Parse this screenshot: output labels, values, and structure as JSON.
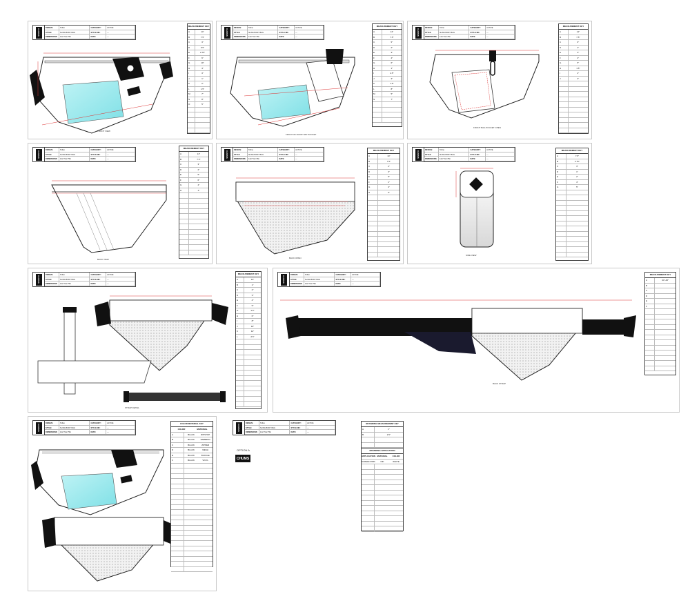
{
  "brand": {
    "logo_text": "CHUMS"
  },
  "title_block": {
    "design_label": "DESIGN:",
    "style_label": "STYLE:",
    "dimensions_label": "DIMENSIONS:",
    "category_label": "CATEGORY:",
    "style_number_label": "STYLE NO:",
    "date_label": "DATE:",
    "design_value": "Tofino",
    "style_value": "SLING BODY BAG",
    "dimensions_value": "14x7.5x2.75in",
    "category_value": "ACTIVE",
    "style_number_value": "---",
    "date_value": "---"
  },
  "sheets": [
    {
      "caption": "FRONT VIEW",
      "table_header": "MEASUREMENT KEY",
      "rows": [
        [
          "A",
          "14\""
        ],
        [
          "B",
          "7.5\""
        ],
        [
          "C",
          "3\""
        ],
        [
          "D",
          "5.5\""
        ],
        [
          "E",
          "2.75\""
        ],
        [
          "F",
          "6\""
        ],
        [
          "G",
          "10\""
        ],
        [
          "H",
          "4\""
        ],
        [
          "I",
          "3\""
        ],
        [
          "J",
          "1\""
        ],
        [
          "K",
          "2\""
        ],
        [
          "L",
          "1.5\""
        ],
        [
          "M",
          "7\""
        ],
        [
          "N",
          "8\""
        ],
        [
          "O",
          "5\""
        ]
      ]
    },
    {
      "caption": "FRONT W/ FRONT ZIP POCKET",
      "table_header": "MEASUREMENT KEY",
      "rows": [
        [
          "A",
          "14\""
        ],
        [
          "B",
          "7.5\""
        ],
        [
          "C",
          "5\""
        ],
        [
          "D",
          "2\""
        ],
        [
          "E",
          "3\""
        ],
        [
          "F",
          "4\""
        ],
        [
          "G",
          "6\""
        ],
        [
          "H",
          "1\""
        ],
        [
          "I",
          "2.5\""
        ],
        [
          "J",
          "3\""
        ],
        [
          "K",
          "1.5\""
        ],
        [
          "L",
          "8\""
        ],
        [
          "M",
          "5\""
        ],
        [
          "N",
          "7\""
        ]
      ]
    },
    {
      "caption": "FRONT BAG POCKET OPEN",
      "table_header": "MEASUREMENT KEY",
      "rows": [
        [
          "A",
          "14\""
        ],
        [
          "B",
          "7.5\""
        ],
        [
          "C",
          "6\""
        ],
        [
          "D",
          "4\""
        ],
        [
          "E",
          "3\""
        ],
        [
          "F",
          "2\""
        ],
        [
          "G",
          "5\""
        ],
        [
          "H",
          "1.5\""
        ],
        [
          "I",
          "2\""
        ],
        [
          "J",
          "3\""
        ]
      ]
    },
    {
      "caption": "BACK VIEW",
      "table_header": "MEASUREMENT KEY",
      "rows": [
        [
          "A",
          "14\""
        ],
        [
          "B",
          "7.5\""
        ],
        [
          "C",
          "3\""
        ],
        [
          "D",
          "2\""
        ],
        [
          "E",
          "5\""
        ],
        [
          "F",
          "6\""
        ],
        [
          "G",
          "4\""
        ],
        [
          "H",
          "1\""
        ]
      ]
    },
    {
      "caption": "BACK OPEN",
      "table_header": "MEASUREMENT KEY",
      "rows": [
        [
          "A",
          "14\""
        ],
        [
          "B",
          "7.5\""
        ],
        [
          "C",
          "2\""
        ],
        [
          "D",
          "3\""
        ],
        [
          "E",
          "5\""
        ],
        [
          "F",
          "1\""
        ],
        [
          "G",
          "4\""
        ],
        [
          "H",
          "6\""
        ]
      ]
    },
    {
      "caption": "SIDE VIEW",
      "table_header": "MEASUREMENT KEY",
      "rows": [
        [
          "A",
          "7.5\""
        ],
        [
          "B",
          "2.75\""
        ],
        [
          "C",
          "3\""
        ],
        [
          "D",
          "1\""
        ],
        [
          "E",
          "2\""
        ],
        [
          "F",
          "4\""
        ],
        [
          "G",
          "5\""
        ]
      ]
    },
    {
      "caption": "STRAP DETAIL",
      "table_header": "MEASUREMENT KEY",
      "rows": [
        [
          "A",
          "14\""
        ],
        [
          "B",
          "1\""
        ],
        [
          "C",
          "2\""
        ],
        [
          "D",
          "3\""
        ],
        [
          "E",
          "4\""
        ],
        [
          "F",
          "5\""
        ],
        [
          "G",
          "1.5\""
        ],
        [
          "H",
          "6\""
        ],
        [
          "I",
          "8\""
        ],
        [
          "J",
          "10\""
        ],
        [
          "K",
          "12\""
        ],
        [
          "L",
          "2.5\""
        ]
      ]
    },
    {
      "caption": "BACK STRAP",
      "table_header": "MEASUREMENT KEY",
      "rows": [
        [
          "A",
          "34\"-46\""
        ],
        [
          "B",
          ""
        ],
        [
          "C",
          ""
        ],
        [
          "D",
          ""
        ],
        [
          "E",
          ""
        ],
        [
          "F",
          ""
        ]
      ]
    },
    {
      "caption": "",
      "table_header": "COLOR MATERIAL KEY",
      "color_header": [
        "COLOR",
        "MATERIAL"
      ],
      "rows": [
        [
          "A",
          "BLACK"
        ],
        [
          "B",
          "BLACK"
        ],
        [
          "C",
          "BLACK"
        ],
        [
          "D",
          "BLACK"
        ],
        [
          "E",
          "BLACK"
        ],
        [
          "F",
          "BLACK"
        ]
      ],
      "materials": [
        "RIPSTOP",
        "WEBBING",
        "ZIPPER",
        "MESH",
        "BUCKLE",
        "VINYL"
      ]
    },
    {
      "caption": "",
      "option_label": "OPTION A",
      "table_header": "BRANDING MEASUREMENT KEY",
      "rows": [
        [
          "A",
          "1\""
        ],
        [
          "B",
          "2.5\""
        ]
      ],
      "sub_header": "BRANDING APPLICATION",
      "application_cols": [
        "APPLICATION",
        "MATERIAL",
        "COLOR"
      ],
      "application_rows": [
        [
          "SCREEN PRINT",
          "INK",
          "WHITE"
        ]
      ]
    }
  ]
}
